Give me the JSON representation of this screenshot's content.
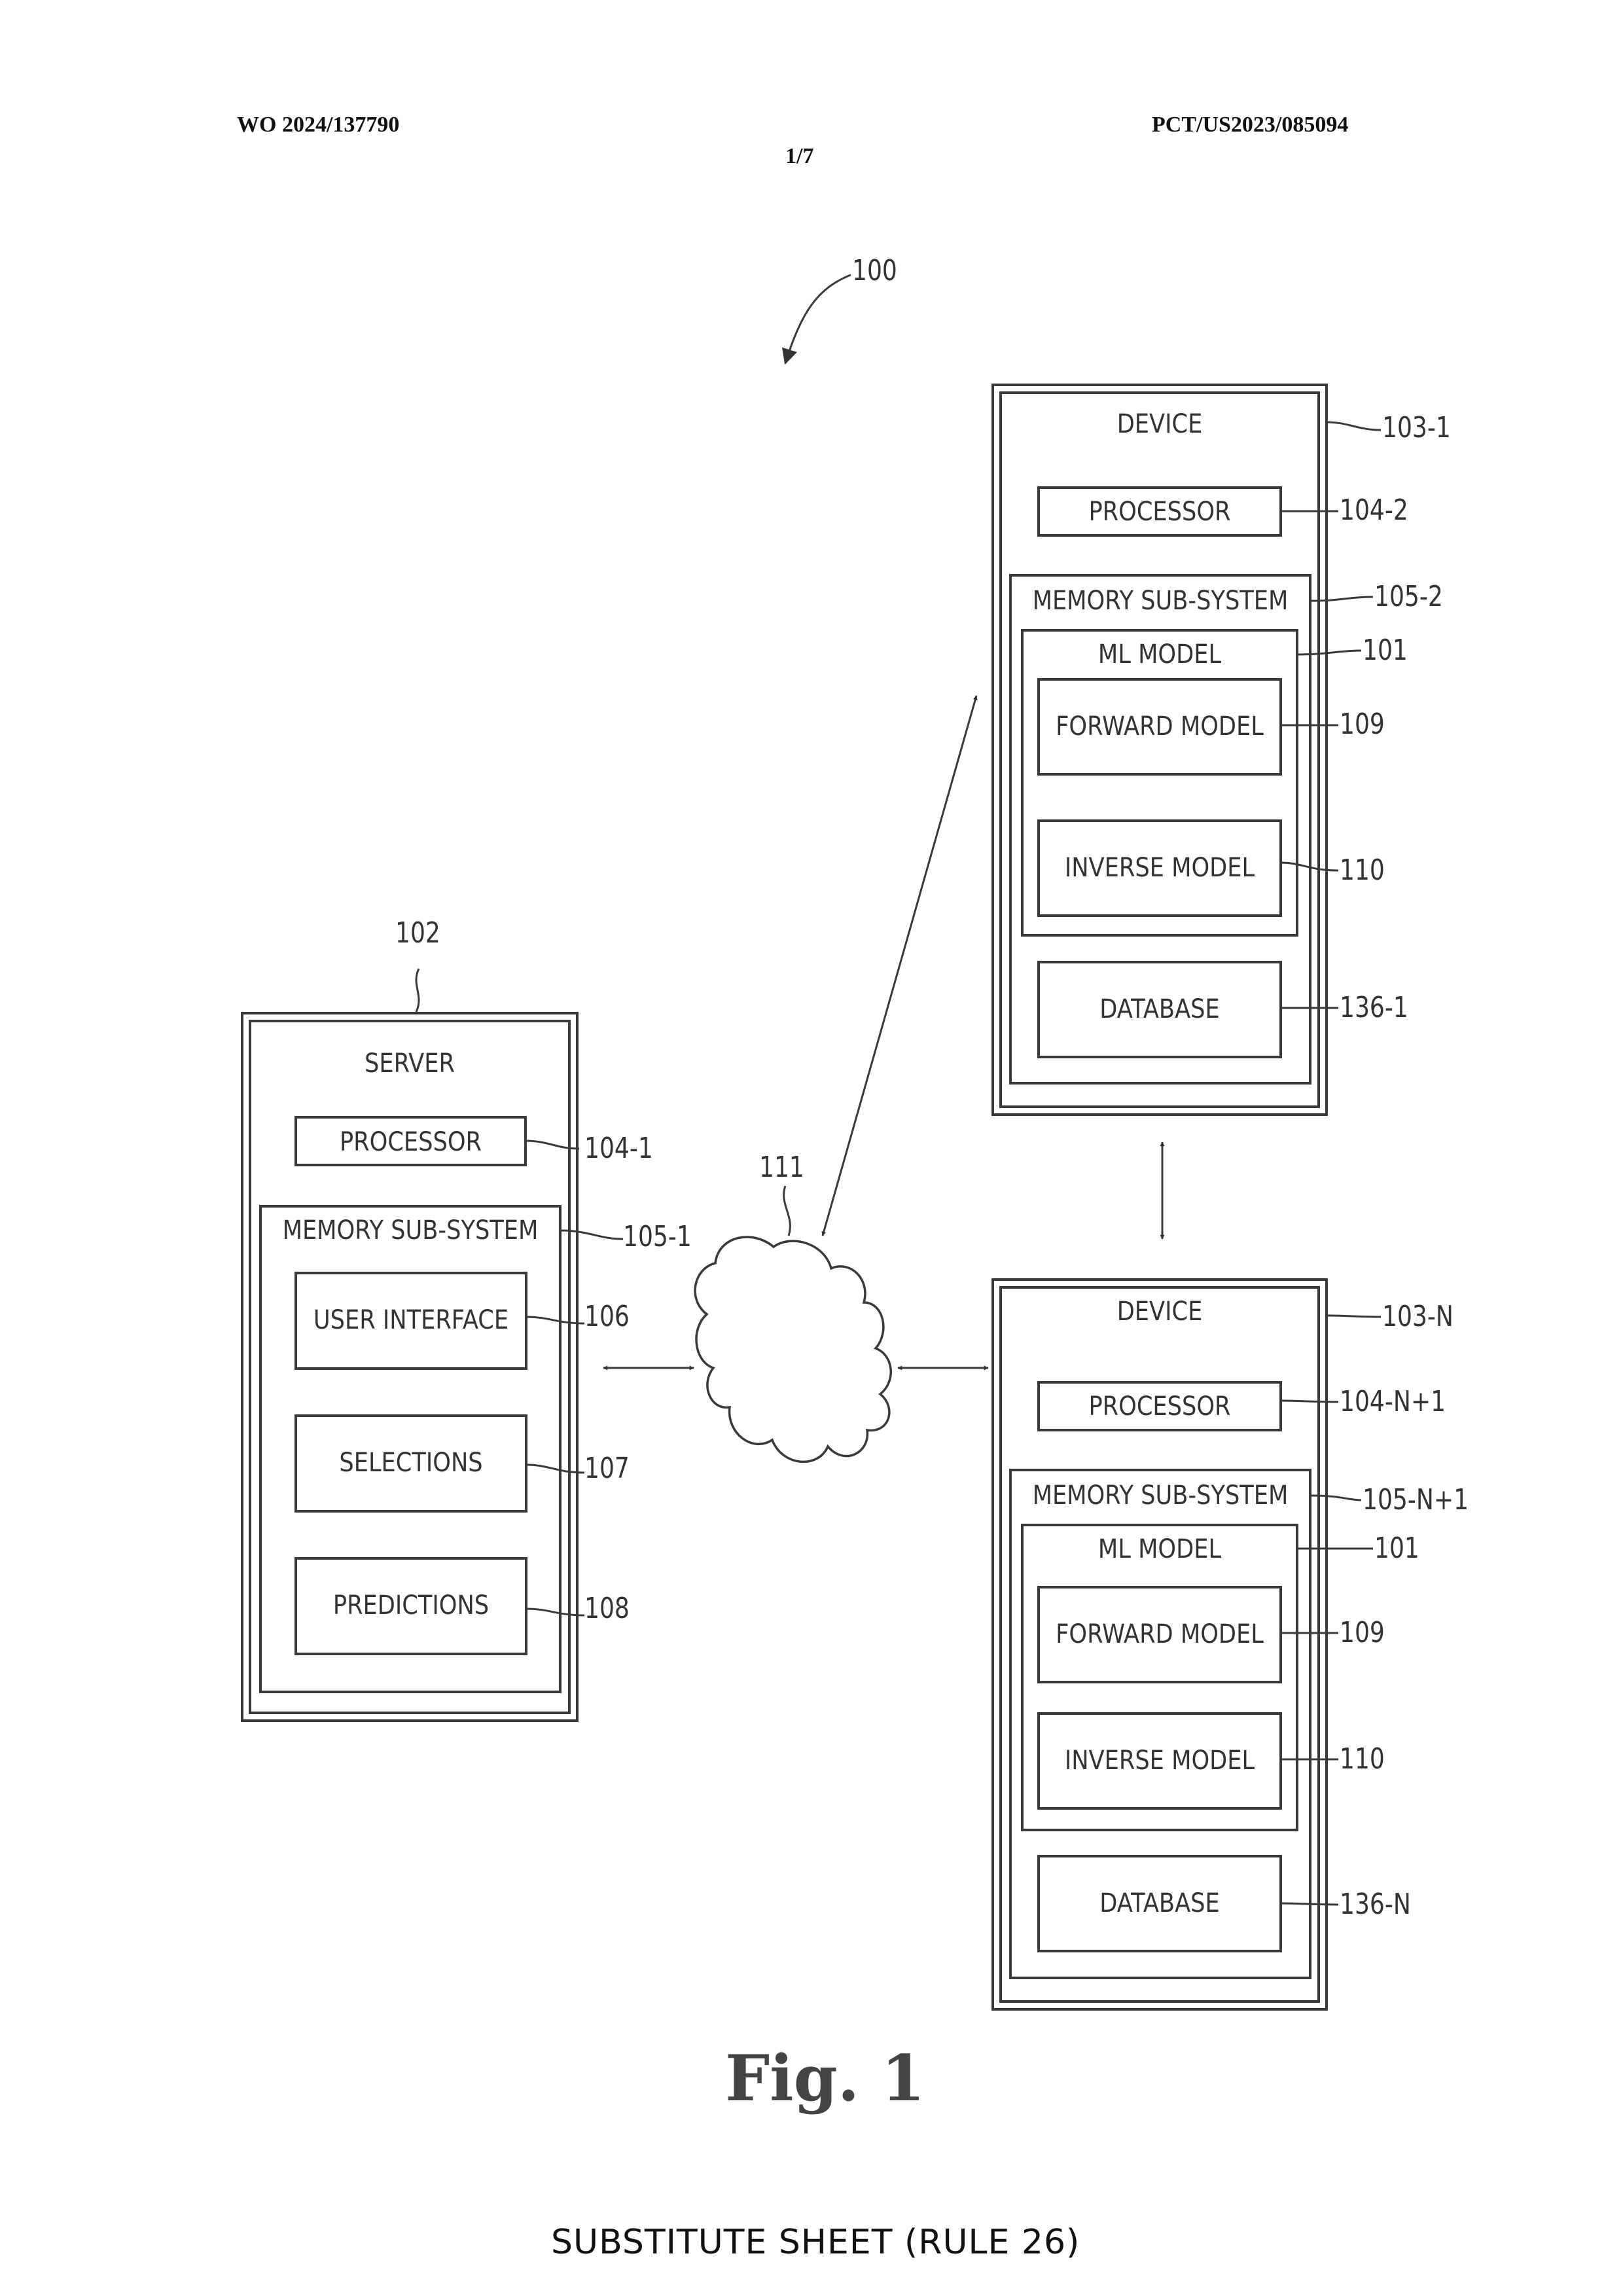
{
  "header": {
    "publication_number": "WO 2024/137790",
    "application_number": "PCT/US2023/085094",
    "sheet": "1/7"
  },
  "diagram": {
    "system_ref": "100",
    "network_ref": "111",
    "server": {
      "ref": "102",
      "title": "SERVER",
      "processor_label": "PROCESSOR",
      "processor_ref": "104-1",
      "memory_label": "MEMORY SUB-SYSTEM",
      "memory_ref": "105-1",
      "user_interface_label": "USER  INTERFACE",
      "user_interface_ref": "106",
      "selections_label": "SELECTIONS",
      "selections_ref": "107",
      "predictions_label": "PREDICTIONS",
      "predictions_ref": "108"
    },
    "device_1": {
      "title": "DEVICE",
      "ref": "103-1",
      "processor_label": "PROCESSOR",
      "processor_ref": "104-2",
      "memory_label": "MEMORY SUB-SYSTEM",
      "memory_ref": "105-2",
      "ml_model_label": "ML MODEL",
      "ml_model_ref": "101",
      "forward_model_label": "FORWARD MODEL",
      "forward_model_ref": "109",
      "inverse_model_label": "INVERSE MODEL",
      "inverse_model_ref": "110",
      "database_label": "DATABASE",
      "database_ref": "136-1"
    },
    "device_n": {
      "title": "DEVICE",
      "ref": "103-N",
      "processor_label": "PROCESSOR",
      "processor_ref": "104-N+1",
      "memory_label": "MEMORY SUB-SYSTEM",
      "memory_ref": "105-N+1",
      "ml_model_label": "ML MODEL",
      "ml_model_ref": "101",
      "forward_model_label": "FORWARD MODEL",
      "forward_model_ref": "109",
      "inverse_model_label": "INVERSE MODEL",
      "inverse_model_ref": "110",
      "database_label": "DATABASE",
      "database_ref": "136-N"
    }
  },
  "figure_caption": "Fig. 1",
  "footer": "SUBSTITUTE SHEET (RULE 26)"
}
